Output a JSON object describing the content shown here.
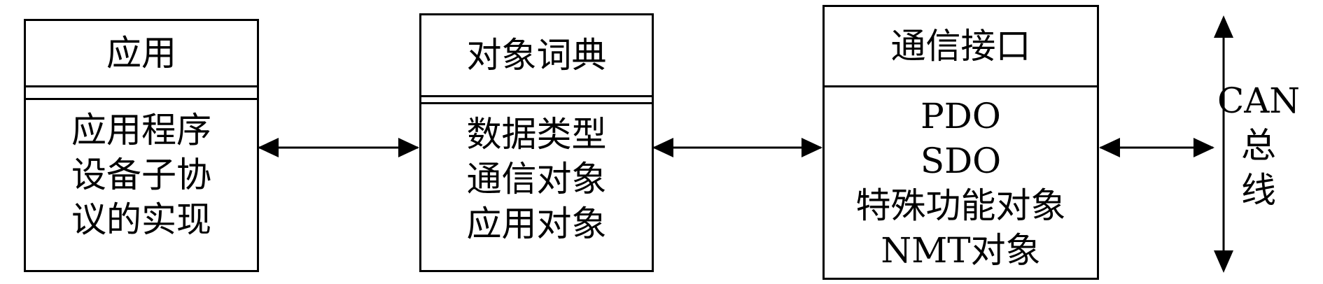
{
  "boxes": {
    "application": {
      "title": "应用",
      "lines": [
        "应用程序",
        "设备子协",
        "议的实现"
      ]
    },
    "object_dictionary": {
      "title": "对象词典",
      "lines": [
        "数据类型",
        "通信对象",
        "应用对象"
      ]
    },
    "communication_interface": {
      "title": "通信接口",
      "lines": [
        "PDO",
        "SDO",
        "特殊功能对象",
        "NMT对象"
      ]
    }
  },
  "bus": {
    "label_line1": "CAN",
    "label_line2": "总",
    "label_line3": "线"
  }
}
